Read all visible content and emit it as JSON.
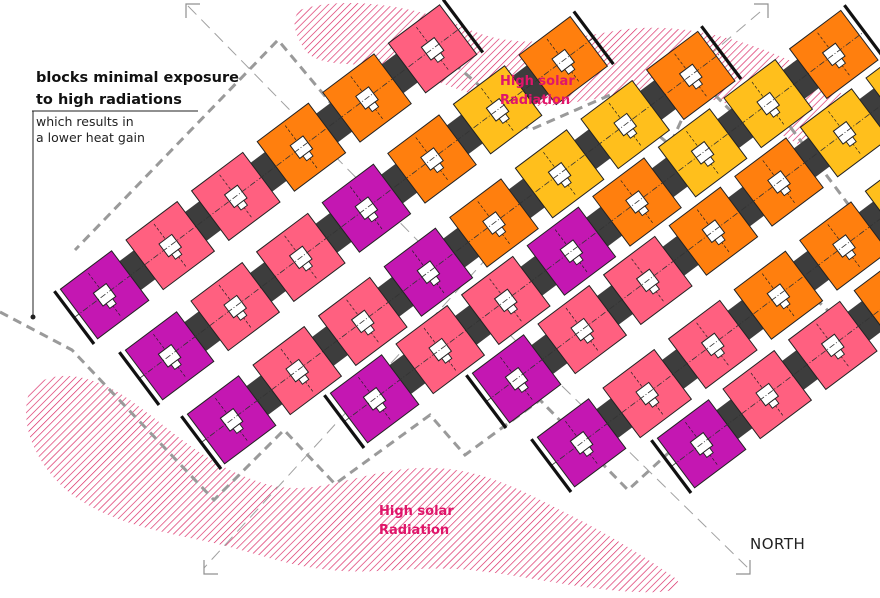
{
  "annotation": {
    "title_line1": "blocks minimal exposure",
    "title_line2": "to high radiations",
    "note_line1": "which results in",
    "note_line2": "a lower heat gain"
  },
  "zones": [
    {
      "line1": "High solar",
      "line2": "Radiation"
    },
    {
      "line1": "High solar",
      "line2": "Radiation"
    }
  ],
  "north_label": "NORTH",
  "colors": {
    "magenta": "#c417b2",
    "pink": "#ff6080",
    "orange": "#ff7f0e",
    "yellow": "#ffbf1c",
    "connector": "#3d3d3d",
    "radiation": "#d9215f",
    "dashed": "#9a9a9a"
  },
  "rows": [
    {
      "blocks": [
        "magenta",
        "pink",
        "pink",
        "orange",
        "orange",
        "pink"
      ]
    },
    {
      "blocks": [
        "magenta",
        "pink",
        "pink",
        "magenta",
        "orange",
        "yellow",
        "orange"
      ]
    },
    {
      "blocks": [
        "magenta",
        "pink",
        "pink",
        "magenta",
        "orange",
        "yellow",
        "yellow",
        "orange"
      ]
    },
    {
      "blocks": [
        "magenta",
        "pink",
        "pink",
        "magenta",
        "orange",
        "yellow",
        "yellow",
        "orange"
      ]
    },
    {
      "blocks": [
        "magenta",
        "pink",
        "pink",
        "orange",
        "orange",
        "yellow",
        "yellow",
        "orange"
      ]
    },
    {
      "blocks": [
        "magenta",
        "pink",
        "pink",
        "orange",
        "orange",
        "yellow",
        "orange"
      ]
    },
    {
      "blocks": [
        "magenta",
        "pink",
        "pink",
        "orange"
      ]
    }
  ]
}
